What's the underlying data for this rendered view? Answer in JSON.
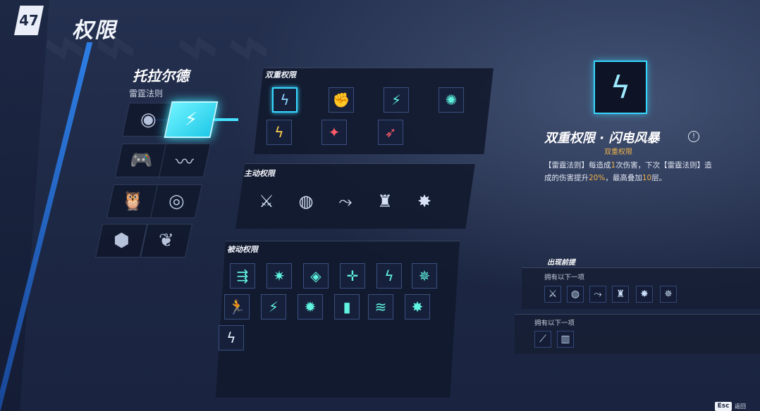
{
  "header": {
    "logo": "47",
    "title": "权限"
  },
  "hero": {
    "name": "托拉尔德",
    "subtitle": "雷霆法则",
    "slots": [
      {
        "icon": "eye-spiral-icon",
        "glyph": "◉",
        "active": false
      },
      {
        "icon": "lightning-rune-icon",
        "glyph": "⚡",
        "active": true
      },
      {
        "icon": "gamepad-icon",
        "glyph": "🎮",
        "active": false
      },
      {
        "icon": "zigzag-icon",
        "glyph": "〰",
        "active": false
      },
      {
        "icon": "owl-icon",
        "glyph": "🦉",
        "active": false
      },
      {
        "icon": "target-ring-icon",
        "glyph": "◎",
        "active": false
      },
      {
        "icon": "cube-icon",
        "glyph": "⬢",
        "active": false
      },
      {
        "icon": "split-heart-icon",
        "glyph": "❦",
        "active": false
      }
    ]
  },
  "sections": {
    "dual": {
      "title": "双重权限",
      "icons": [
        {
          "name": "lightning-storm-icon",
          "glyph": "ϟ",
          "selected": true,
          "tone": ""
        },
        {
          "name": "fist-impact-icon",
          "glyph": "✊",
          "selected": false,
          "tone": ""
        },
        {
          "name": "chain-lightning-icon",
          "glyph": "⚡",
          "selected": false,
          "tone": "teal"
        },
        {
          "name": "burst-net-icon",
          "glyph": "✺",
          "selected": false,
          "tone": "teal"
        },
        {
          "name": "lightning-pillar-icon",
          "glyph": "ϟ",
          "selected": false,
          "tone": "gold"
        },
        {
          "name": "crystal-burst-icon",
          "glyph": "✦",
          "selected": false,
          "tone": "red"
        },
        {
          "name": "crimson-dash-icon",
          "glyph": "➶",
          "selected": false,
          "tone": "red"
        }
      ]
    },
    "active": {
      "title": "主动权限",
      "icons": [
        {
          "name": "blades-icon",
          "glyph": "⚔"
        },
        {
          "name": "orb-strike-icon",
          "glyph": "◍"
        },
        {
          "name": "boot-dash-icon",
          "glyph": "⤳"
        },
        {
          "name": "warrior-icon",
          "glyph": "♜"
        },
        {
          "name": "kick-icon",
          "glyph": "✸"
        }
      ]
    },
    "passive": {
      "title": "被动权限",
      "icons": [
        {
          "name": "arrow-dash-icon",
          "glyph": "⇶"
        },
        {
          "name": "spark-ring-icon",
          "glyph": "✷"
        },
        {
          "name": "eye-bolt-icon",
          "glyph": "◈"
        },
        {
          "name": "compass-icon",
          "glyph": "✛"
        },
        {
          "name": "double-bolt-icon",
          "glyph": "ϟ"
        },
        {
          "name": "scatter-bolt-icon",
          "glyph": "✵"
        },
        {
          "name": "runner-icon",
          "glyph": "🏃"
        },
        {
          "name": "bolt-shield-icon",
          "glyph": "⚡"
        },
        {
          "name": "ground-shock-icon",
          "glyph": "✹"
        },
        {
          "name": "battery-icon",
          "glyph": "▮"
        },
        {
          "name": "speed-lines-icon",
          "glyph": "≋"
        },
        {
          "name": "eruption-icon",
          "glyph": "✸"
        },
        {
          "name": "bolt-cube-icon",
          "glyph": "ϟ"
        }
      ]
    }
  },
  "detail": {
    "title": "双重权限 · 闪电风暴",
    "type": "双重权限",
    "desc_parts": [
      {
        "text": "【雷霆法则】每造成",
        "hl": false
      },
      {
        "text": "1",
        "hl": true
      },
      {
        "text": "次伤害，下次【雷霆法则】造成的伤害提升",
        "hl": false
      },
      {
        "text": "20%",
        "hl": true
      },
      {
        "text": "，最高叠加",
        "hl": false
      },
      {
        "text": "10",
        "hl": true
      },
      {
        "text": "层。",
        "hl": false
      }
    ],
    "requirements": {
      "title": "出现前提",
      "groups": [
        {
          "label": "拥有以下一项",
          "icons": [
            "blades-icon",
            "orb-strike-icon",
            "boot-dash-icon",
            "warrior-icon",
            "kick-icon",
            "scatter-bolt-icon"
          ]
        },
        {
          "label": "拥有以下一项",
          "icons": [
            "slash-icon",
            "barrier-icon"
          ]
        }
      ]
    }
  },
  "footer": {
    "esc_key": "Esc",
    "esc_label": "返回"
  }
}
